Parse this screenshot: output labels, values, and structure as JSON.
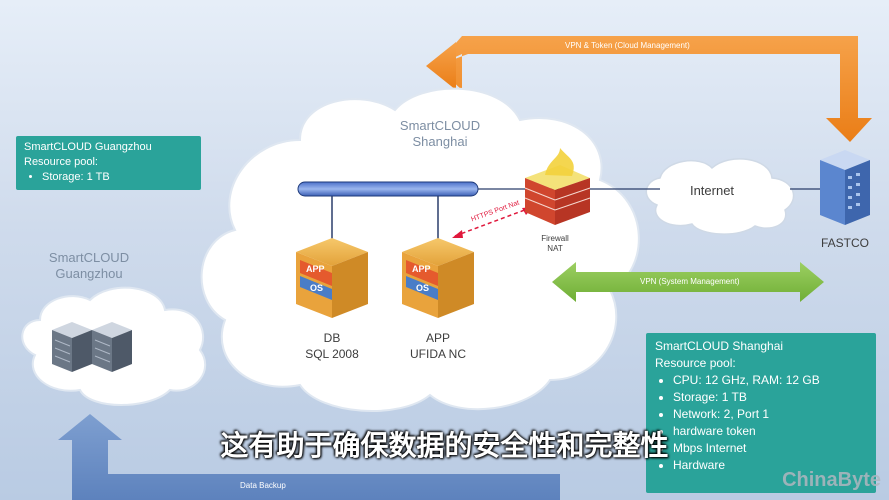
{
  "arrows": {
    "vpn_token": "VPN & Token (Cloud Management)",
    "vpn_system": "VPN (System Management)",
    "data_backup": "Data Backup",
    "https_port": "HTTPS Port Nat"
  },
  "shanghai_cloud": {
    "title": "SmartCLOUD\nShanghai"
  },
  "guangzhou_cloud": {
    "title": "SmartCLOUD\nGuangzhou"
  },
  "internet": {
    "label": "Internet"
  },
  "fastco": {
    "label": "FASTCO"
  },
  "firewall": {
    "label": "Firewall\nNAT"
  },
  "vm_db": {
    "badge_app": "APP",
    "badge_os": "OS",
    "label": "DB\nSQL 2008"
  },
  "vm_app": {
    "badge_app": "APP",
    "badge_os": "OS",
    "label": "APP\nUFIDA NC"
  },
  "panel_guangzhou": {
    "title": "SmartCLOUD Guangzhou",
    "subtitle": "Resource pool:",
    "items": [
      "Storage: 1 TB"
    ]
  },
  "panel_shanghai": {
    "title": "SmartCLOUD Shanghai",
    "subtitle": "Resource pool:",
    "items": [
      "CPU: 12 GHz, RAM: 12 GB",
      "Storage: 1 TB",
      "Network: 2, Port 1",
      "hardware token",
      "Mbps Internet",
      "Hardware"
    ]
  },
  "subtitle": "这有助于确保数据的安全性和完整性",
  "watermark": "ChinaByte"
}
